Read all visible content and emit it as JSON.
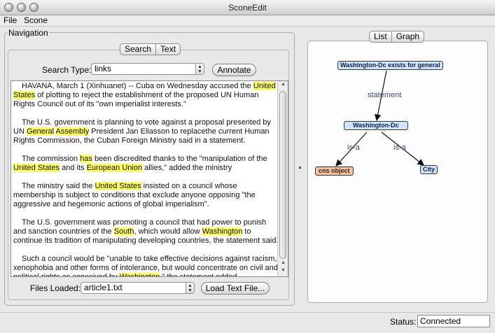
{
  "window": {
    "title": "SconeEdit"
  },
  "menu": [
    {
      "label": "File"
    },
    {
      "label": "Scone"
    }
  ],
  "navigation": {
    "title": "Navigation",
    "tabs": [
      {
        "label": "Search"
      },
      {
        "label": "Text"
      }
    ],
    "search_type_label": "Search Type:",
    "search_type_value": "links",
    "annotate_label": "Annotate",
    "files_loaded_label": "Files Loaded:",
    "files_loaded_value": "article1.txt",
    "load_button_label": "Load Text File..."
  },
  "article": {
    "paragraphs": [
      [
        {
          "t": "HAVANA, March 1 (Xinhuanet) -- Cuba on Wednesday accused the "
        },
        {
          "t": "United States",
          "hl": true
        },
        {
          "t": " of plotting to reject the establishment of the proposed UN Human Rights Council out of its \"own imperialist interests.\""
        }
      ],
      [
        {
          "t": "The U.S. government is planning to vote against a proposal presented by UN "
        },
        {
          "t": "General",
          "hl": true
        },
        {
          "t": " "
        },
        {
          "t": "Assembly",
          "hl": true
        },
        {
          "t": " President Jan Eliasson to replacethe current Human Rights Commission, the Cuban Foreign Ministry said in a statement."
        }
      ],
      [
        {
          "t": "The commission "
        },
        {
          "t": "has",
          "hl": true
        },
        {
          "t": " been discredited thanks to the \"manipulation of the "
        },
        {
          "t": "United States",
          "hl": true
        },
        {
          "t": " and its "
        },
        {
          "t": "European Union",
          "hl": true
        },
        {
          "t": " allies,\" added the ministry"
        }
      ],
      [
        {
          "t": "The ministry said the "
        },
        {
          "t": "United States",
          "hl": true
        },
        {
          "t": " insisted on a council whose membership is subject to conditions that exclude anyone opposing \"the aggressive and hegemonic actions of global imperialism\"."
        }
      ],
      [
        {
          "t": "The U.S. government was promoting a council that had power to punish and sanction countries of the "
        },
        {
          "t": "South",
          "hl": true
        },
        {
          "t": ", which would allow "
        },
        {
          "t": "Washington",
          "hl": true
        },
        {
          "t": " to continue its tradition of manipulating developing countries, the statement said."
        }
      ],
      [
        {
          "t": "Such a council would be \"unable to take effective decisions against racism, xenophobia and other forms of intolerance, but would concentrate on civil and political rights as conceived by "
        },
        {
          "t": "Washington",
          "hl": true
        },
        {
          "t": ",\" the statement added."
        }
      ]
    ]
  },
  "graph": {
    "tabs": [
      {
        "label": "List"
      },
      {
        "label": "Graph"
      }
    ],
    "nodes": {
      "top": "Washington-Dc exists for general",
      "middle": "Washington-Dc",
      "left": "cns object",
      "right": "City"
    },
    "edges": {
      "statement": "statement",
      "isa_left": "is-a",
      "isa_right": "is-a"
    },
    "colors": {
      "node_blue": "#cfe4f7",
      "node_orange": "#f3c2a6"
    }
  },
  "status": {
    "label": "Status:",
    "value": "Connected"
  },
  "colors": {
    "highlight": "#ffff6a"
  }
}
